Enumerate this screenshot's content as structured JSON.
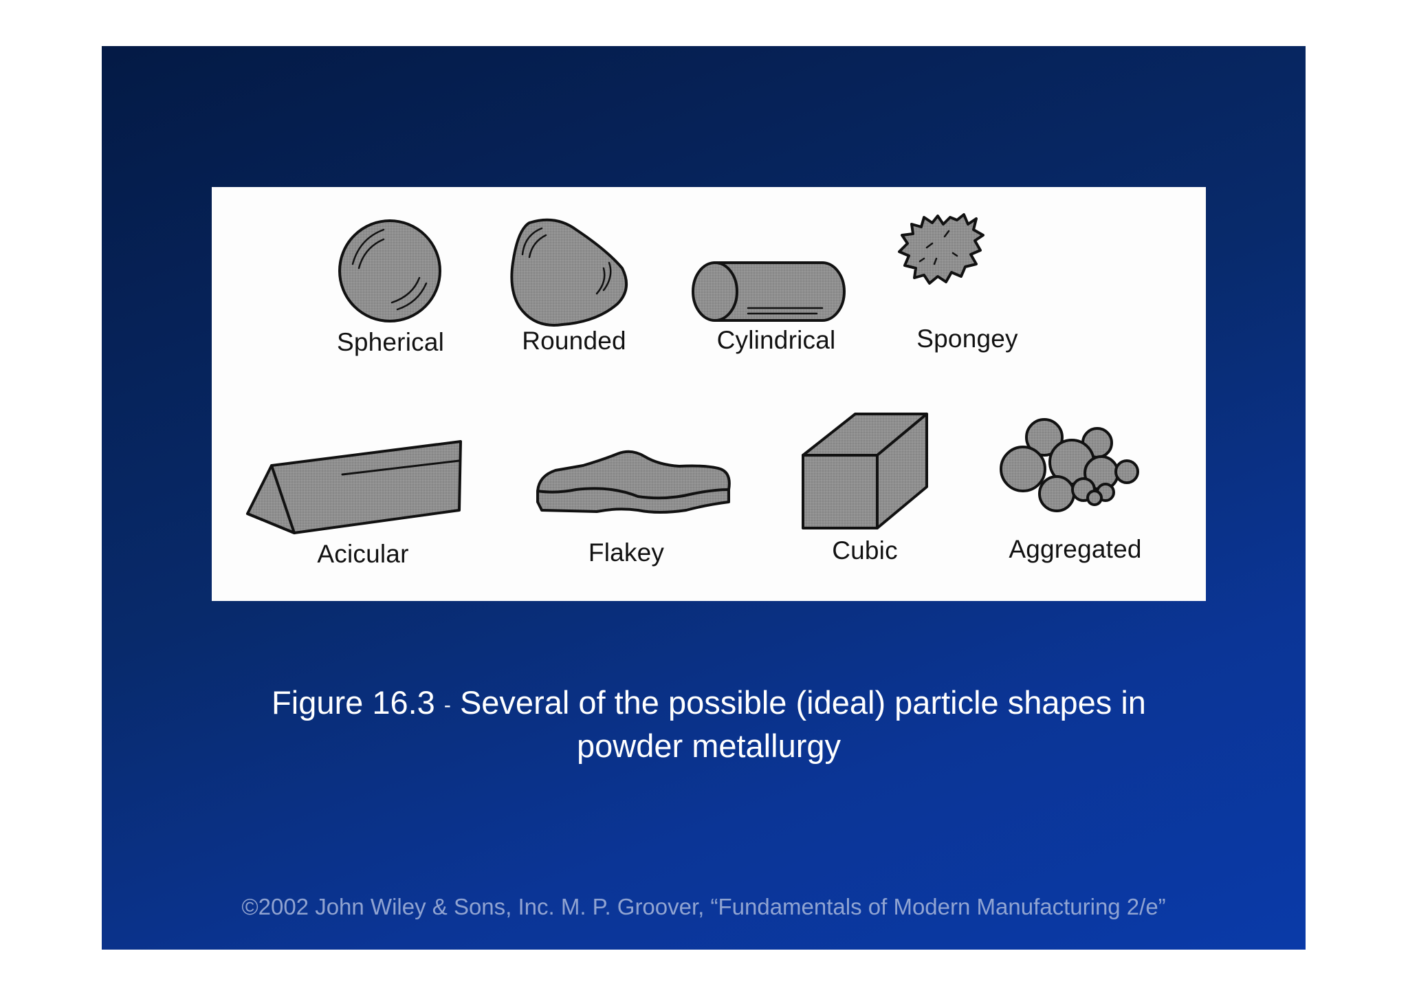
{
  "figure": {
    "shapes": [
      {
        "id": "spherical",
        "label": "Spherical"
      },
      {
        "id": "rounded",
        "label": "Rounded"
      },
      {
        "id": "cylindrical",
        "label": "Cylindrical"
      },
      {
        "id": "spongey",
        "label": "Spongey"
      },
      {
        "id": "acicular",
        "label": "Acicular"
      },
      {
        "id": "flakey",
        "label": "Flakey"
      },
      {
        "id": "cubic",
        "label": "Cubic"
      },
      {
        "id": "aggregated",
        "label": "Aggregated"
      }
    ]
  },
  "caption": {
    "number": "Figure 16.3",
    "separator": "-",
    "line1_text": "Several of the possible (ideal) particle shapes in",
    "line2": "powder metallurgy"
  },
  "footer": {
    "copyright": "©2002 John Wiley & Sons, Inc.  M. P. Groover, “Fundamentals of Modern Manufacturing 2/e”"
  },
  "colors": {
    "slide_background_top": "#041a45",
    "slide_background_bottom": "#0a3aa8",
    "shape_fill": "#8f8f8f",
    "caption_text": "#ffffff"
  }
}
